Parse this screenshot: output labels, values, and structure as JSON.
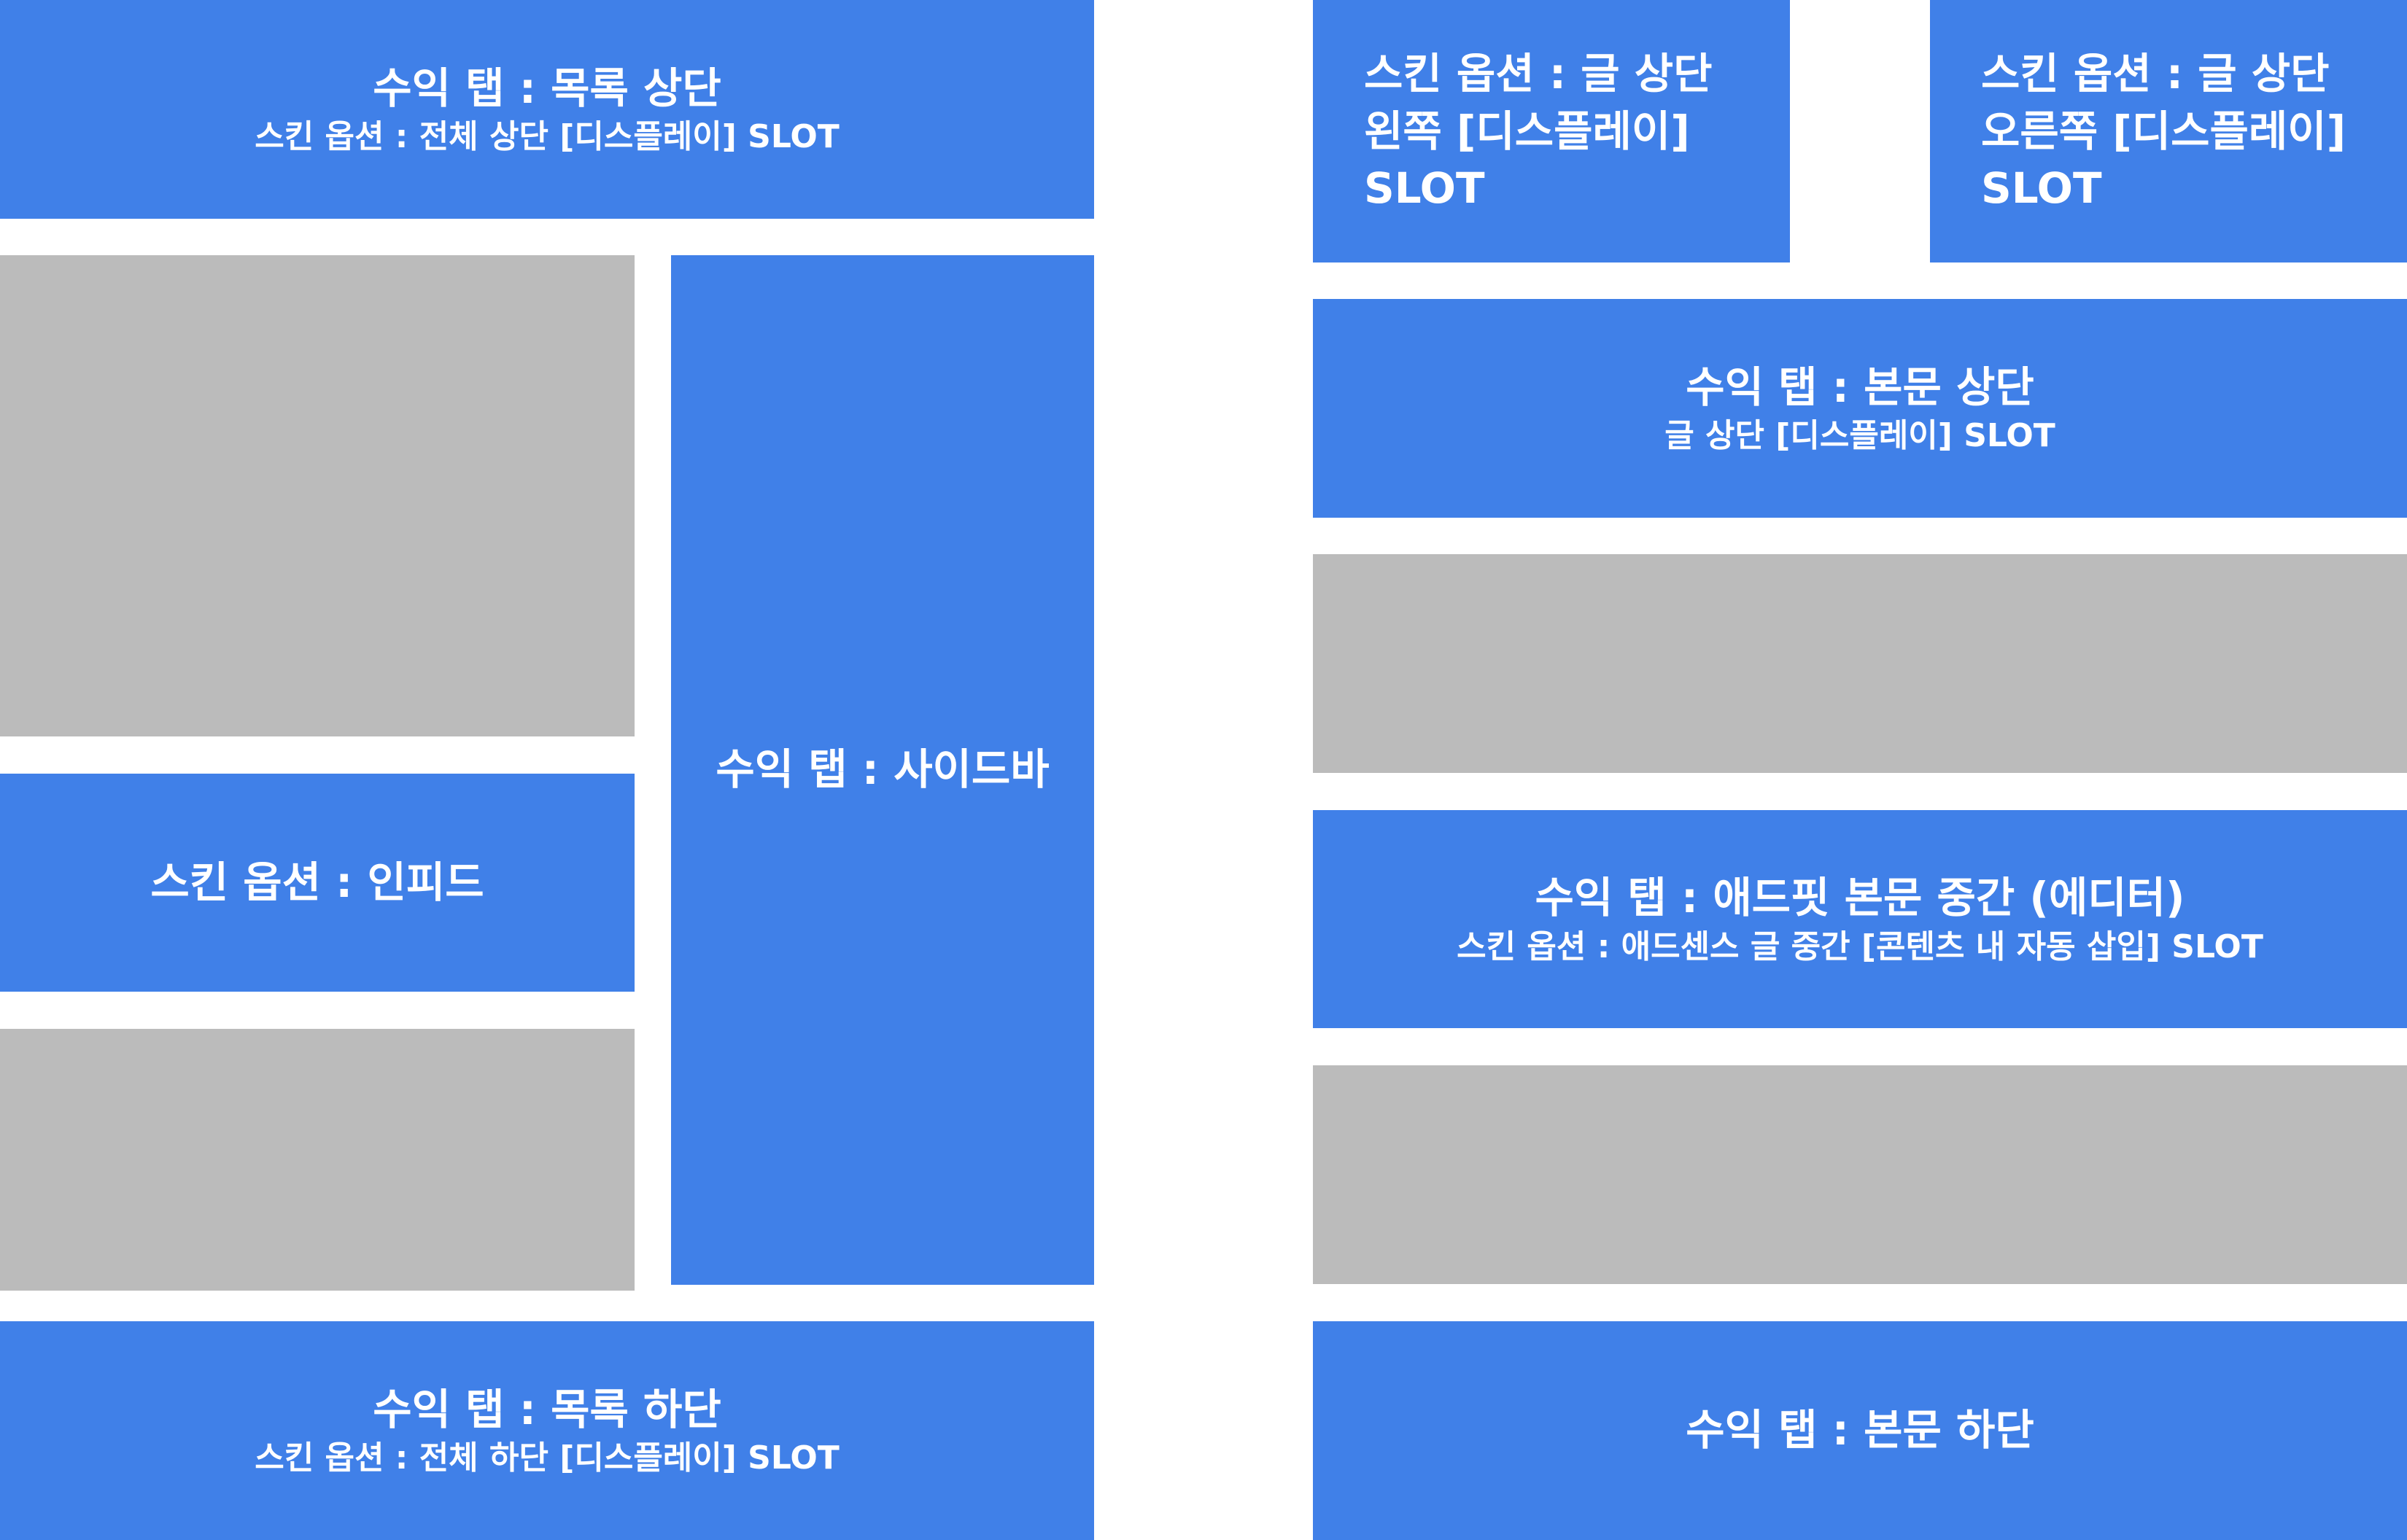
{
  "list_page": {
    "top": {
      "title": "수익 탭 : 목록 상단",
      "subtitle": "스킨 옵션 : 전체 상단 [디스플레이] SLOT"
    },
    "sidebar": {
      "title": "수익 탭 : 사이드바"
    },
    "infeed": {
      "title": "스킨 옵션 : 인피드"
    },
    "bottom": {
      "title": "수익 탭 : 목록 하단",
      "subtitle": "스킨 옵션 : 전체 하단 [디스플레이] SLOT"
    }
  },
  "post_page": {
    "top_left": {
      "line1": "스킨 옵션 : 글 상단",
      "line2": "왼쪽 [디스플레이]",
      "line3": "SLOT"
    },
    "top_right": {
      "line1": "스킨 옵션 : 글 상단",
      "line2": "오른쪽 [디스플레이]",
      "line3": "SLOT"
    },
    "body_top": {
      "title": "수익 탭 : 본문 상단",
      "subtitle": "글 상단 [디스플레이] SLOT"
    },
    "body_middle": {
      "title": "수익 탭 : 애드핏 본문 중간 (에디터)",
      "subtitle": "스킨 옵션 : 애드센스 글 중간 [콘텐츠 내 자동 삽입] SLOT"
    },
    "body_bottom": {
      "title": "수익 탭 : 본문 하단"
    }
  },
  "colors": {
    "slot_blue": "#4080e8",
    "content_gray": "#bbbbbb"
  }
}
